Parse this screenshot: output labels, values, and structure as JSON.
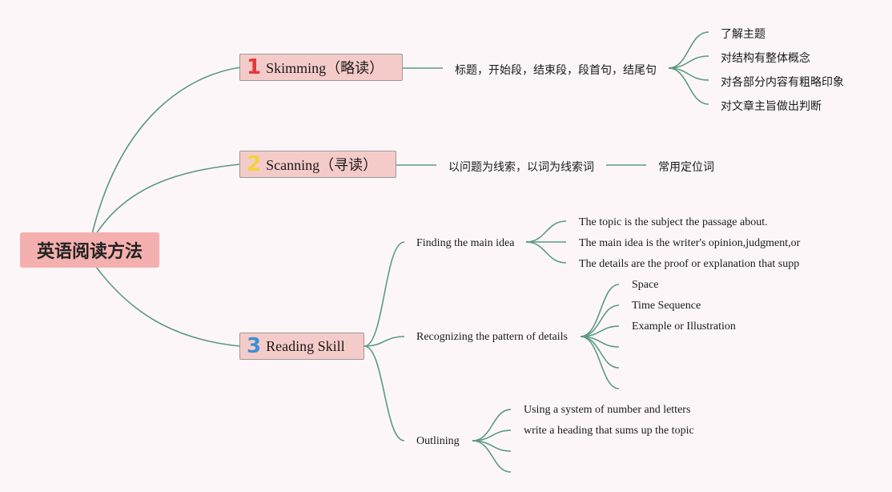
{
  "root": {
    "label": "英语阅读方法"
  },
  "skimming": {
    "number": "1",
    "number_color": "#e23a3a",
    "label": "Skimming（略读）",
    "detail": "标题，开始段，结束段，段首句，结尾句",
    "children": [
      "了解主题",
      "对结构有整体概念",
      "对各部分内容有粗略印象",
      "对文章主旨做出判断"
    ]
  },
  "scanning": {
    "number": "2",
    "number_color": "#f4d23c",
    "label": "Scanning（寻读）",
    "detail": "以问题为线索，以词为线索词",
    "child": "常用定位词"
  },
  "reading": {
    "number": "3",
    "number_color": "#3d8fd6",
    "label": "Reading Skill",
    "main_idea": {
      "label": "Finding the main idea",
      "children": [
        "The topic is the subject the passage about.",
        "The main idea is the writer's opinion,judgment,or",
        "The details are the proof or explanation that supp"
      ]
    },
    "pattern": {
      "label": "Recognizing the pattern of details",
      "children": [
        "Space",
        "Time Sequence",
        "Example or Illustration"
      ]
    },
    "outlining": {
      "label": "Outlining",
      "children": [
        "Using a system of number and letters",
        "write a heading that sums up the topic"
      ]
    }
  },
  "line_color": "#5a9a82"
}
